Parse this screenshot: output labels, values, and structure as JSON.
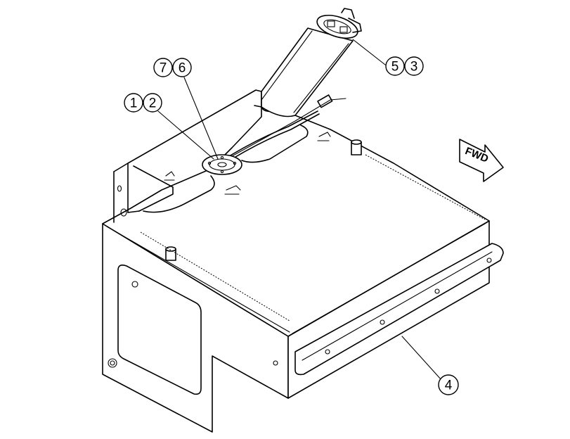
{
  "callouts": [
    {
      "id": "callout-7",
      "label": "7"
    },
    {
      "id": "callout-6",
      "label": "6"
    },
    {
      "id": "callout-1",
      "label": "1"
    },
    {
      "id": "callout-2",
      "label": "2"
    },
    {
      "id": "callout-5",
      "label": "5"
    },
    {
      "id": "callout-3",
      "label": "3"
    },
    {
      "id": "callout-4",
      "label": "4"
    }
  ],
  "direction_arrow": {
    "label": "FWD"
  }
}
